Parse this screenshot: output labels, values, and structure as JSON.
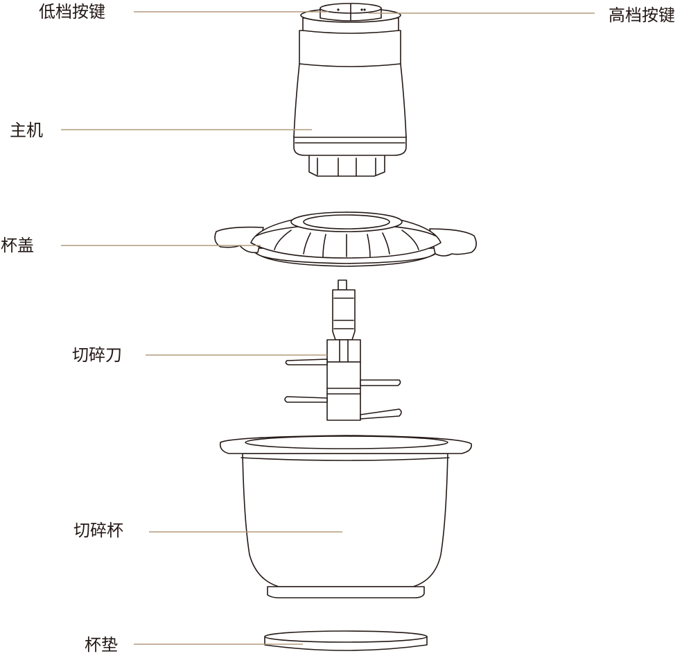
{
  "diagram": {
    "leader_color": "#b49a7b",
    "line_color": "#231815",
    "labels": {
      "low_button": "低档按键",
      "high_button": "高档按键",
      "motor_unit": "主机",
      "lid": "杯盖",
      "blade": "切碎刀",
      "bowl": "切碎杯",
      "base_mat": "杯垫"
    }
  }
}
